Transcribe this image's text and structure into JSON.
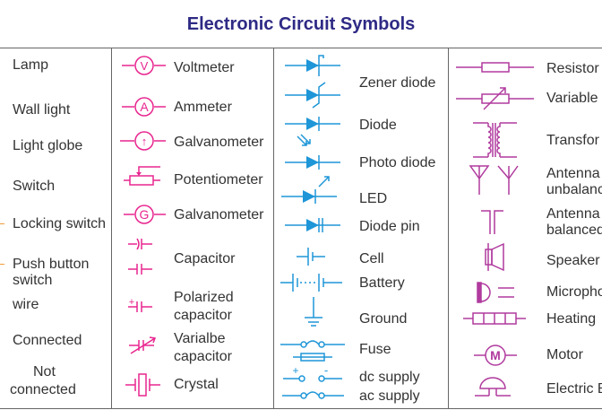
{
  "title": "Electronic Circuit Symbols",
  "colors": {
    "title": "#2e2a85",
    "pink": "#e8268f",
    "blue": "#1e96d8",
    "purple": "#b03a9e",
    "text": "#333333"
  },
  "columns": [
    {
      "name": "general",
      "items": [
        {
          "label": "Lamp"
        },
        {
          "label": "Wall light"
        },
        {
          "label": "Light globe"
        },
        {
          "label": "Switch"
        },
        {
          "label": "Locking switch"
        },
        {
          "label": "Push button",
          "label2": "switch"
        },
        {
          "label": "wire"
        },
        {
          "label": "Connected"
        },
        {
          "label": "Not",
          "label2": "connected"
        }
      ]
    },
    {
      "name": "meters",
      "items": [
        {
          "label": "Voltmeter",
          "icon": "voltmeter-icon",
          "glyph": "V"
        },
        {
          "label": "Ammeter",
          "icon": "ammeter-icon",
          "glyph": "A"
        },
        {
          "label": "Galvanometer",
          "icon": "galvanometer-arrow-icon",
          "glyph": "↑"
        },
        {
          "label": "Potentiometer",
          "icon": "potentiometer-icon"
        },
        {
          "label": "Galvanometer",
          "icon": "galvanometer-g-icon",
          "glyph": "G"
        },
        {
          "label": "Capacitor",
          "icon": "capacitor-icon"
        },
        {
          "label": "Polarized",
          "label2": "capacitor",
          "icon": "polarized-capacitor-icon",
          "glyph": "+"
        },
        {
          "label": "Varialbe",
          "label2": "capacitor",
          "icon": "variable-capacitor-icon"
        },
        {
          "label": "Crystal",
          "icon": "crystal-icon"
        }
      ]
    },
    {
      "name": "semiconductors",
      "items": [
        {
          "label": "Zener diode",
          "icon": "zener-diode-icon"
        },
        {
          "label": "Diode",
          "icon": "diode-icon"
        },
        {
          "label": "Photo diode",
          "icon": "photo-diode-icon"
        },
        {
          "label": "LED",
          "icon": "led-icon"
        },
        {
          "label": "Diode pin",
          "icon": "diode-pin-icon"
        },
        {
          "label": "Cell",
          "icon": "cell-icon"
        },
        {
          "label": "Battery",
          "icon": "battery-icon"
        },
        {
          "label": "Ground",
          "icon": "ground-icon"
        },
        {
          "label": "Fuse",
          "icon": "fuse-icon"
        },
        {
          "label": "dc supply",
          "icon": "dc-supply-icon",
          "plus": "+",
          "minus": "-"
        },
        {
          "label": "ac supply",
          "icon": "ac-supply-icon"
        }
      ]
    },
    {
      "name": "passive",
      "items": [
        {
          "label": "Resistor",
          "icon": "resistor-icon"
        },
        {
          "label": "Variable",
          "icon": "variable-resistor-icon"
        },
        {
          "label": "Transfor",
          "icon": "transformer-icon"
        },
        {
          "label": "Antenna",
          "label2": "unbalanc",
          "icon": "antenna-unbalanced-icon"
        },
        {
          "label": "Antenna",
          "label2": "balanced",
          "icon": "antenna-balanced-icon"
        },
        {
          "label": "Speaker",
          "icon": "speaker-icon"
        },
        {
          "label": "Micropho",
          "icon": "microphone-icon"
        },
        {
          "label": "Heating",
          "icon": "heating-element-icon"
        },
        {
          "label": "Motor",
          "icon": "motor-icon",
          "glyph": "M"
        },
        {
          "label": "Electric B",
          "icon": "electric-bell-icon"
        }
      ]
    }
  ]
}
